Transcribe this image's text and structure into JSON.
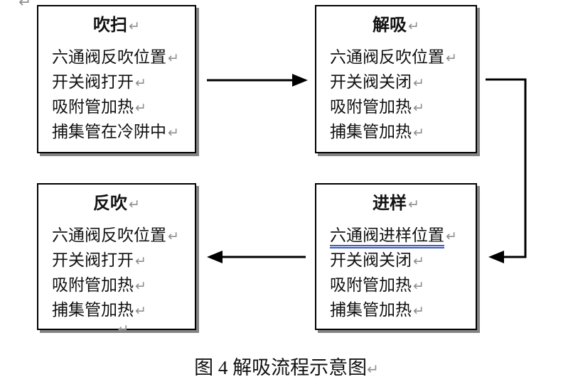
{
  "figure": {
    "caption": "图 4 解吸流程示意图",
    "return_mark": "↵"
  },
  "boxes": [
    {
      "id": "purge",
      "title": "吹扫",
      "lines": [
        "六通阀反吹位置",
        "开关阀打开",
        "吸附管加热",
        "捕集管在冷阱中"
      ]
    },
    {
      "id": "desorb",
      "title": "解吸",
      "lines": [
        "六通阀反吹位置",
        "开关阀关闭",
        "吸附管加热",
        "捕集管加热"
      ]
    },
    {
      "id": "backflush",
      "title": "反吹",
      "lines": [
        "六通阀反吹位置",
        "开关阀打开",
        "吸附管加热",
        "捕集管加热"
      ]
    },
    {
      "id": "inject",
      "title": "进样",
      "lines": [
        "六通阀进样位置",
        "开关阀关闭",
        "吸附管加热",
        "捕集管加热"
      ],
      "underlined_line_index": 0
    }
  ],
  "flow": [
    {
      "from": "吹扫",
      "to": "解吸",
      "shape": "straight-right"
    },
    {
      "from": "解吸",
      "to": "进样",
      "shape": "elbow-right-down-left"
    },
    {
      "from": "进样",
      "to": "反吹",
      "shape": "straight-left"
    }
  ],
  "colors": {
    "background": "#ffffff",
    "text": "#121212",
    "box_border": "#000000",
    "box_shadow": "#848484",
    "return_mark": "#8f8f8f",
    "format_underline_blue": "#3b5bc4",
    "arrow": "#000000"
  }
}
